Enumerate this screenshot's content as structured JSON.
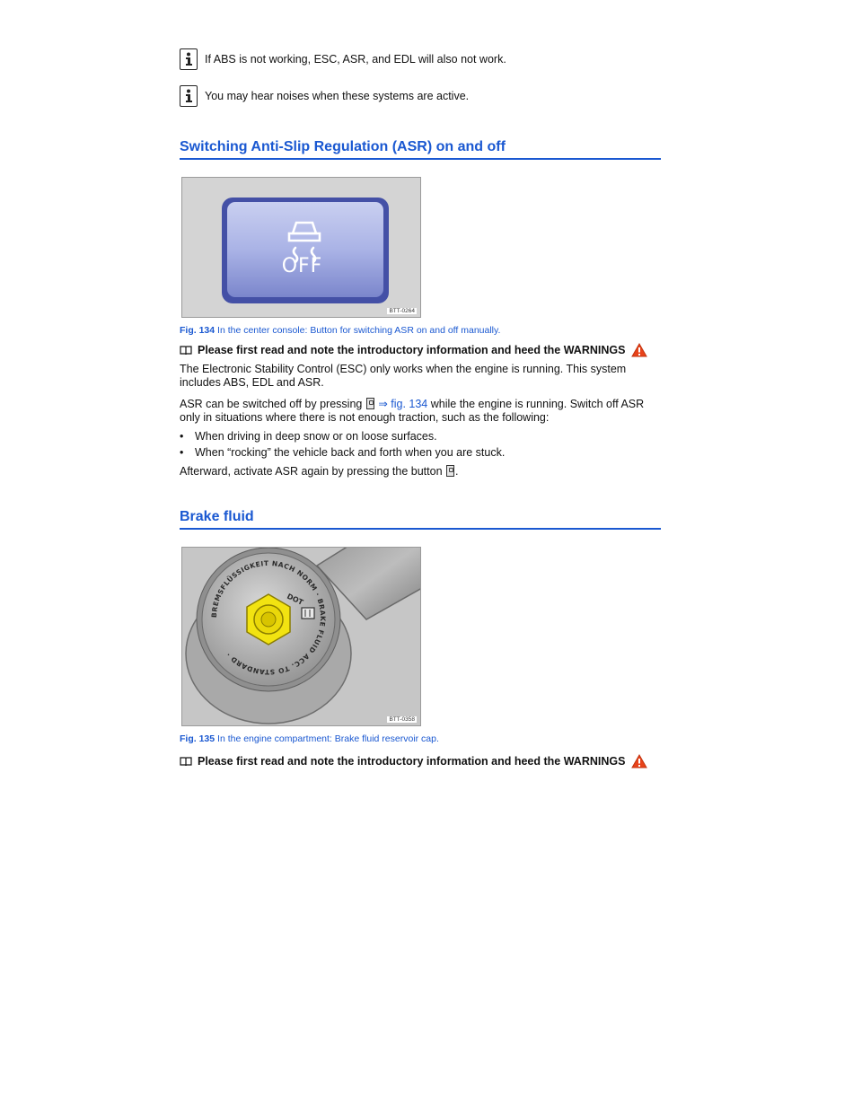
{
  "notes": [
    "If ABS is not working, ESC, ASR, and EDL will also not work.",
    "You may hear noises when these systems are active."
  ],
  "section1": {
    "title": "Switching Anti-Slip Regulation (ASR) on and off",
    "figure": {
      "button_label": "OFF",
      "code": "BTT-0264",
      "caption_num": "Fig. 134",
      "caption_text": " In the center console: Button for switching ASR on and off manually."
    },
    "intro": "Please first read and note the introductory information and heed the WARNINGS",
    "para1": "The Electronic Stability Control (ESC) only works when the engine is running. This system includes ABS, EDL and ASR.",
    "para2_a": "ASR can be switched off by pressing ",
    "para2_link": "⇒ fig. 134",
    "para2_b": " while the engine is running. Switch off ASR only in situations where there is not enough traction, such as the following:",
    "bullets": [
      "When driving in deep snow or on loose surfaces.",
      "When “rocking” the vehicle back and forth when you are stuck."
    ],
    "para3_a": "Afterward, activate ASR again by pressing the button ",
    "para3_b": "."
  },
  "section2": {
    "title": "Brake fluid",
    "figure": {
      "cap_text": "BREMSFLÜSSIGKEIT NACH NORM · BRAKE FLUID ACC. TO STANDARD ·",
      "dot_label": "DOT",
      "code": "BTT-0358",
      "caption_num": "Fig. 135",
      "caption_text": " In the engine compartment: Brake fluid reservoir cap."
    },
    "intro": "Please first read and note the introductory information and heed the WARNINGS"
  },
  "colors": {
    "accent": "#1a58d1",
    "warning": "#e8431a",
    "cap_yellow": "#f2e311"
  }
}
